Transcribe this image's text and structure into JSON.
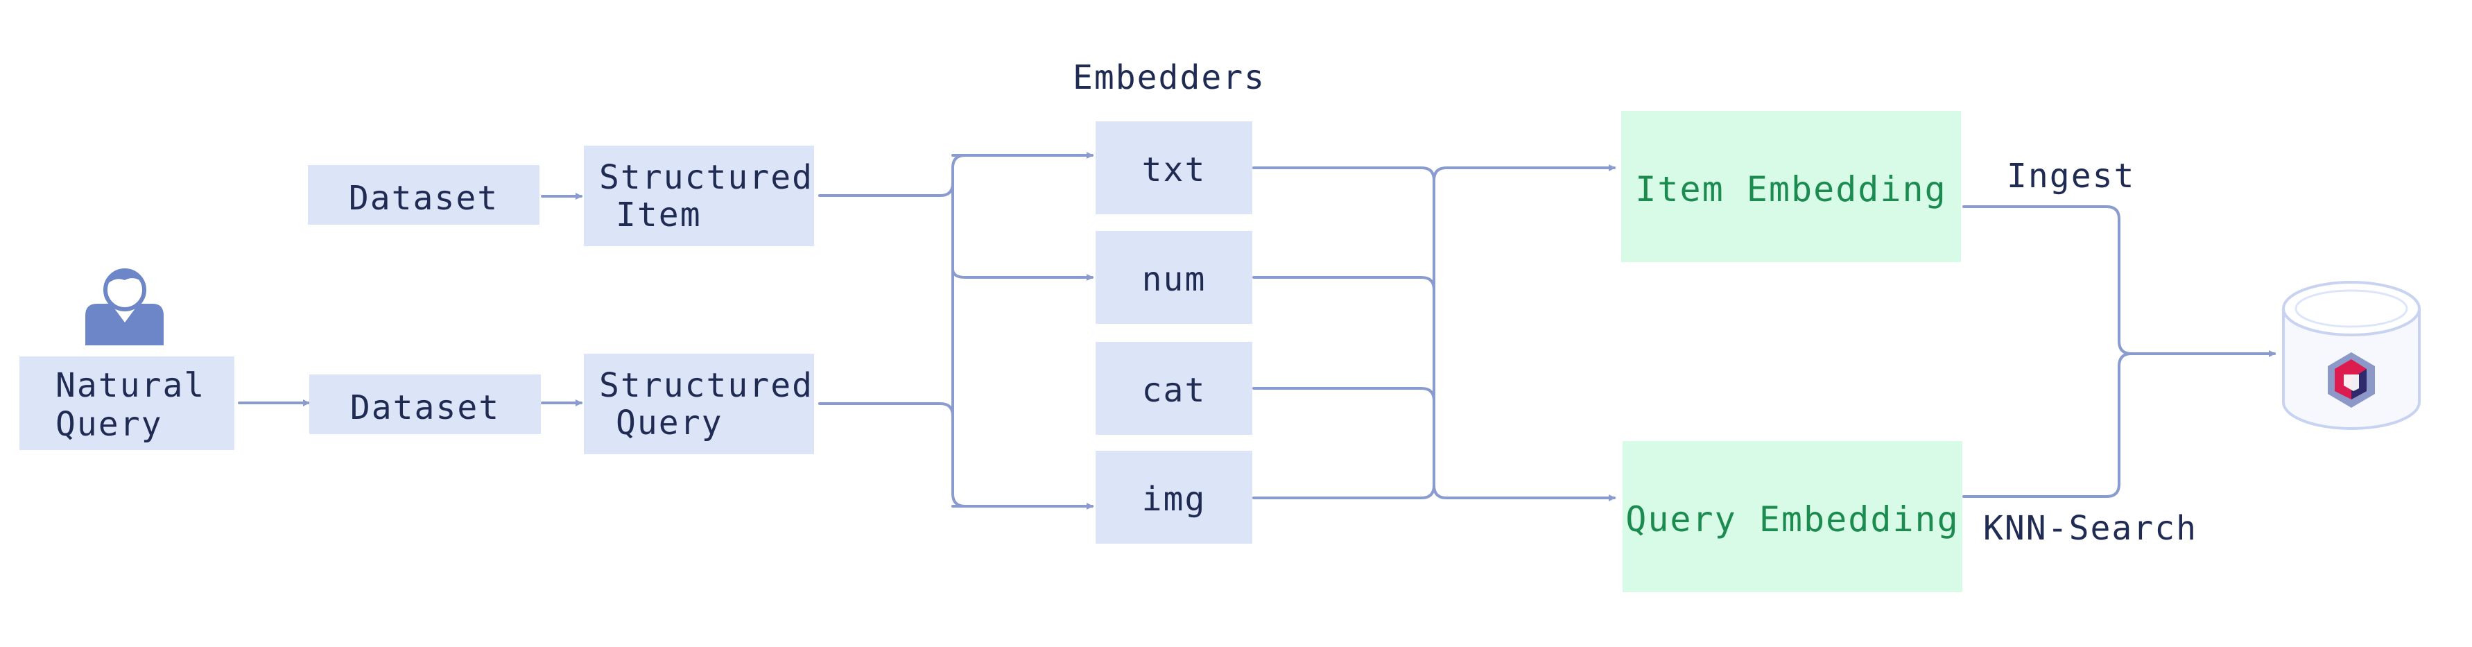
{
  "nodes": {
    "natural_query": [
      "Natural",
      "Query"
    ],
    "dataset_top": "Dataset",
    "dataset_bottom": "Dataset",
    "structured_item": [
      "Structured",
      "Item"
    ],
    "structured_query": [
      "Structured",
      "Query"
    ],
    "embedders_title": "Embedders",
    "embedders": [
      "txt",
      "num",
      "cat",
      "img"
    ],
    "item_embedding": "Item Embedding",
    "query_embedding": "Query Embedding"
  },
  "edge_labels": {
    "ingest": "Ingest",
    "knn_search": "KNN-Search"
  },
  "colors": {
    "box_blue": "#dce4f8",
    "box_green": "#d8fbe8",
    "text_dark": "#1f2b52",
    "text_green": "#1c8b50",
    "connector": "#8a9ccf",
    "icon_blue": "#6d86c7",
    "logo_magenta": "#dc1c4f",
    "logo_navy": "#2f2a6b"
  },
  "icons": {
    "user": "user-icon",
    "database": "vector-database-icon"
  }
}
